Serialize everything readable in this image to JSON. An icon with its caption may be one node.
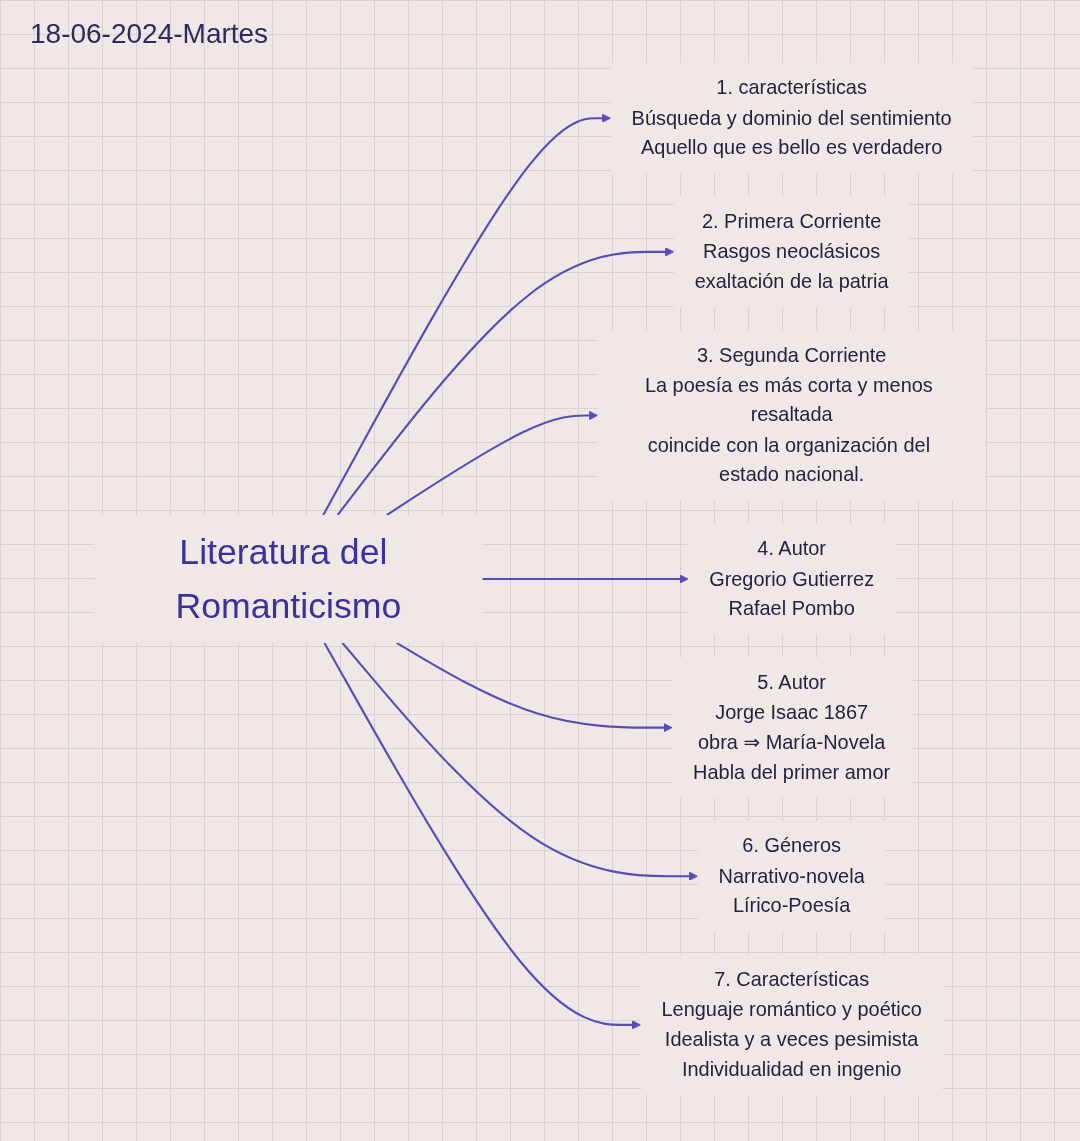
{
  "diagram": {
    "nodes": [
      {
        "text": [
          "7. Características",
          "Lenguaje romántico y poético",
          "Idealista y a veces pesimista",
          "Individualidad en ingenio"
        ]
      },
      {
        "text": [
          "6. Géneros",
          "Narrativo-novela",
          "Lírico-Poesía"
        ]
      },
      {
        "text": [
          "1. características",
          "Búsqueda y dominio del sentimiento",
          "Aquello que es bello es verdadero"
        ]
      },
      {
        "text": [
          "Literatura del Romanticismo"
        ]
      },
      {
        "text": [
          "2. Primera Corriente",
          "Rasgos neoclásicos",
          "exaltación de la patria"
        ]
      },
      {
        "text": [
          "5. Autor",
          "Jorge Isaac 1867",
          "obra ⇒ María-Novela",
          "Habla del primer amor"
        ]
      },
      {
        "text": [
          "3. Segunda Corriente",
          "La poesía es más corta y menos resaltada",
          "coincide con la organización del estado nacional."
        ]
      },
      {
        "text": [
          "4. Autor",
          "Gregorio Gutierrez",
          "Rafael Pombo"
        ]
      }
    ],
    "edges": [
      {
        "from": 3,
        "to": 2,
        "arrow": "to"
      },
      {
        "from": 3,
        "to": 4,
        "arrow": "to"
      },
      {
        "from": 3,
        "to": 6,
        "arrow": "to"
      },
      {
        "from": 3,
        "to": 7,
        "arrow": "to"
      },
      {
        "from": 3,
        "to": 5,
        "arrow": "to"
      },
      {
        "from": 3,
        "to": 1,
        "arrow": "to"
      },
      {
        "from": 3,
        "to": 0,
        "arrow": "to"
      }
    ],
    "labels": [
      "18-06-2024-Martes"
    ]
  }
}
